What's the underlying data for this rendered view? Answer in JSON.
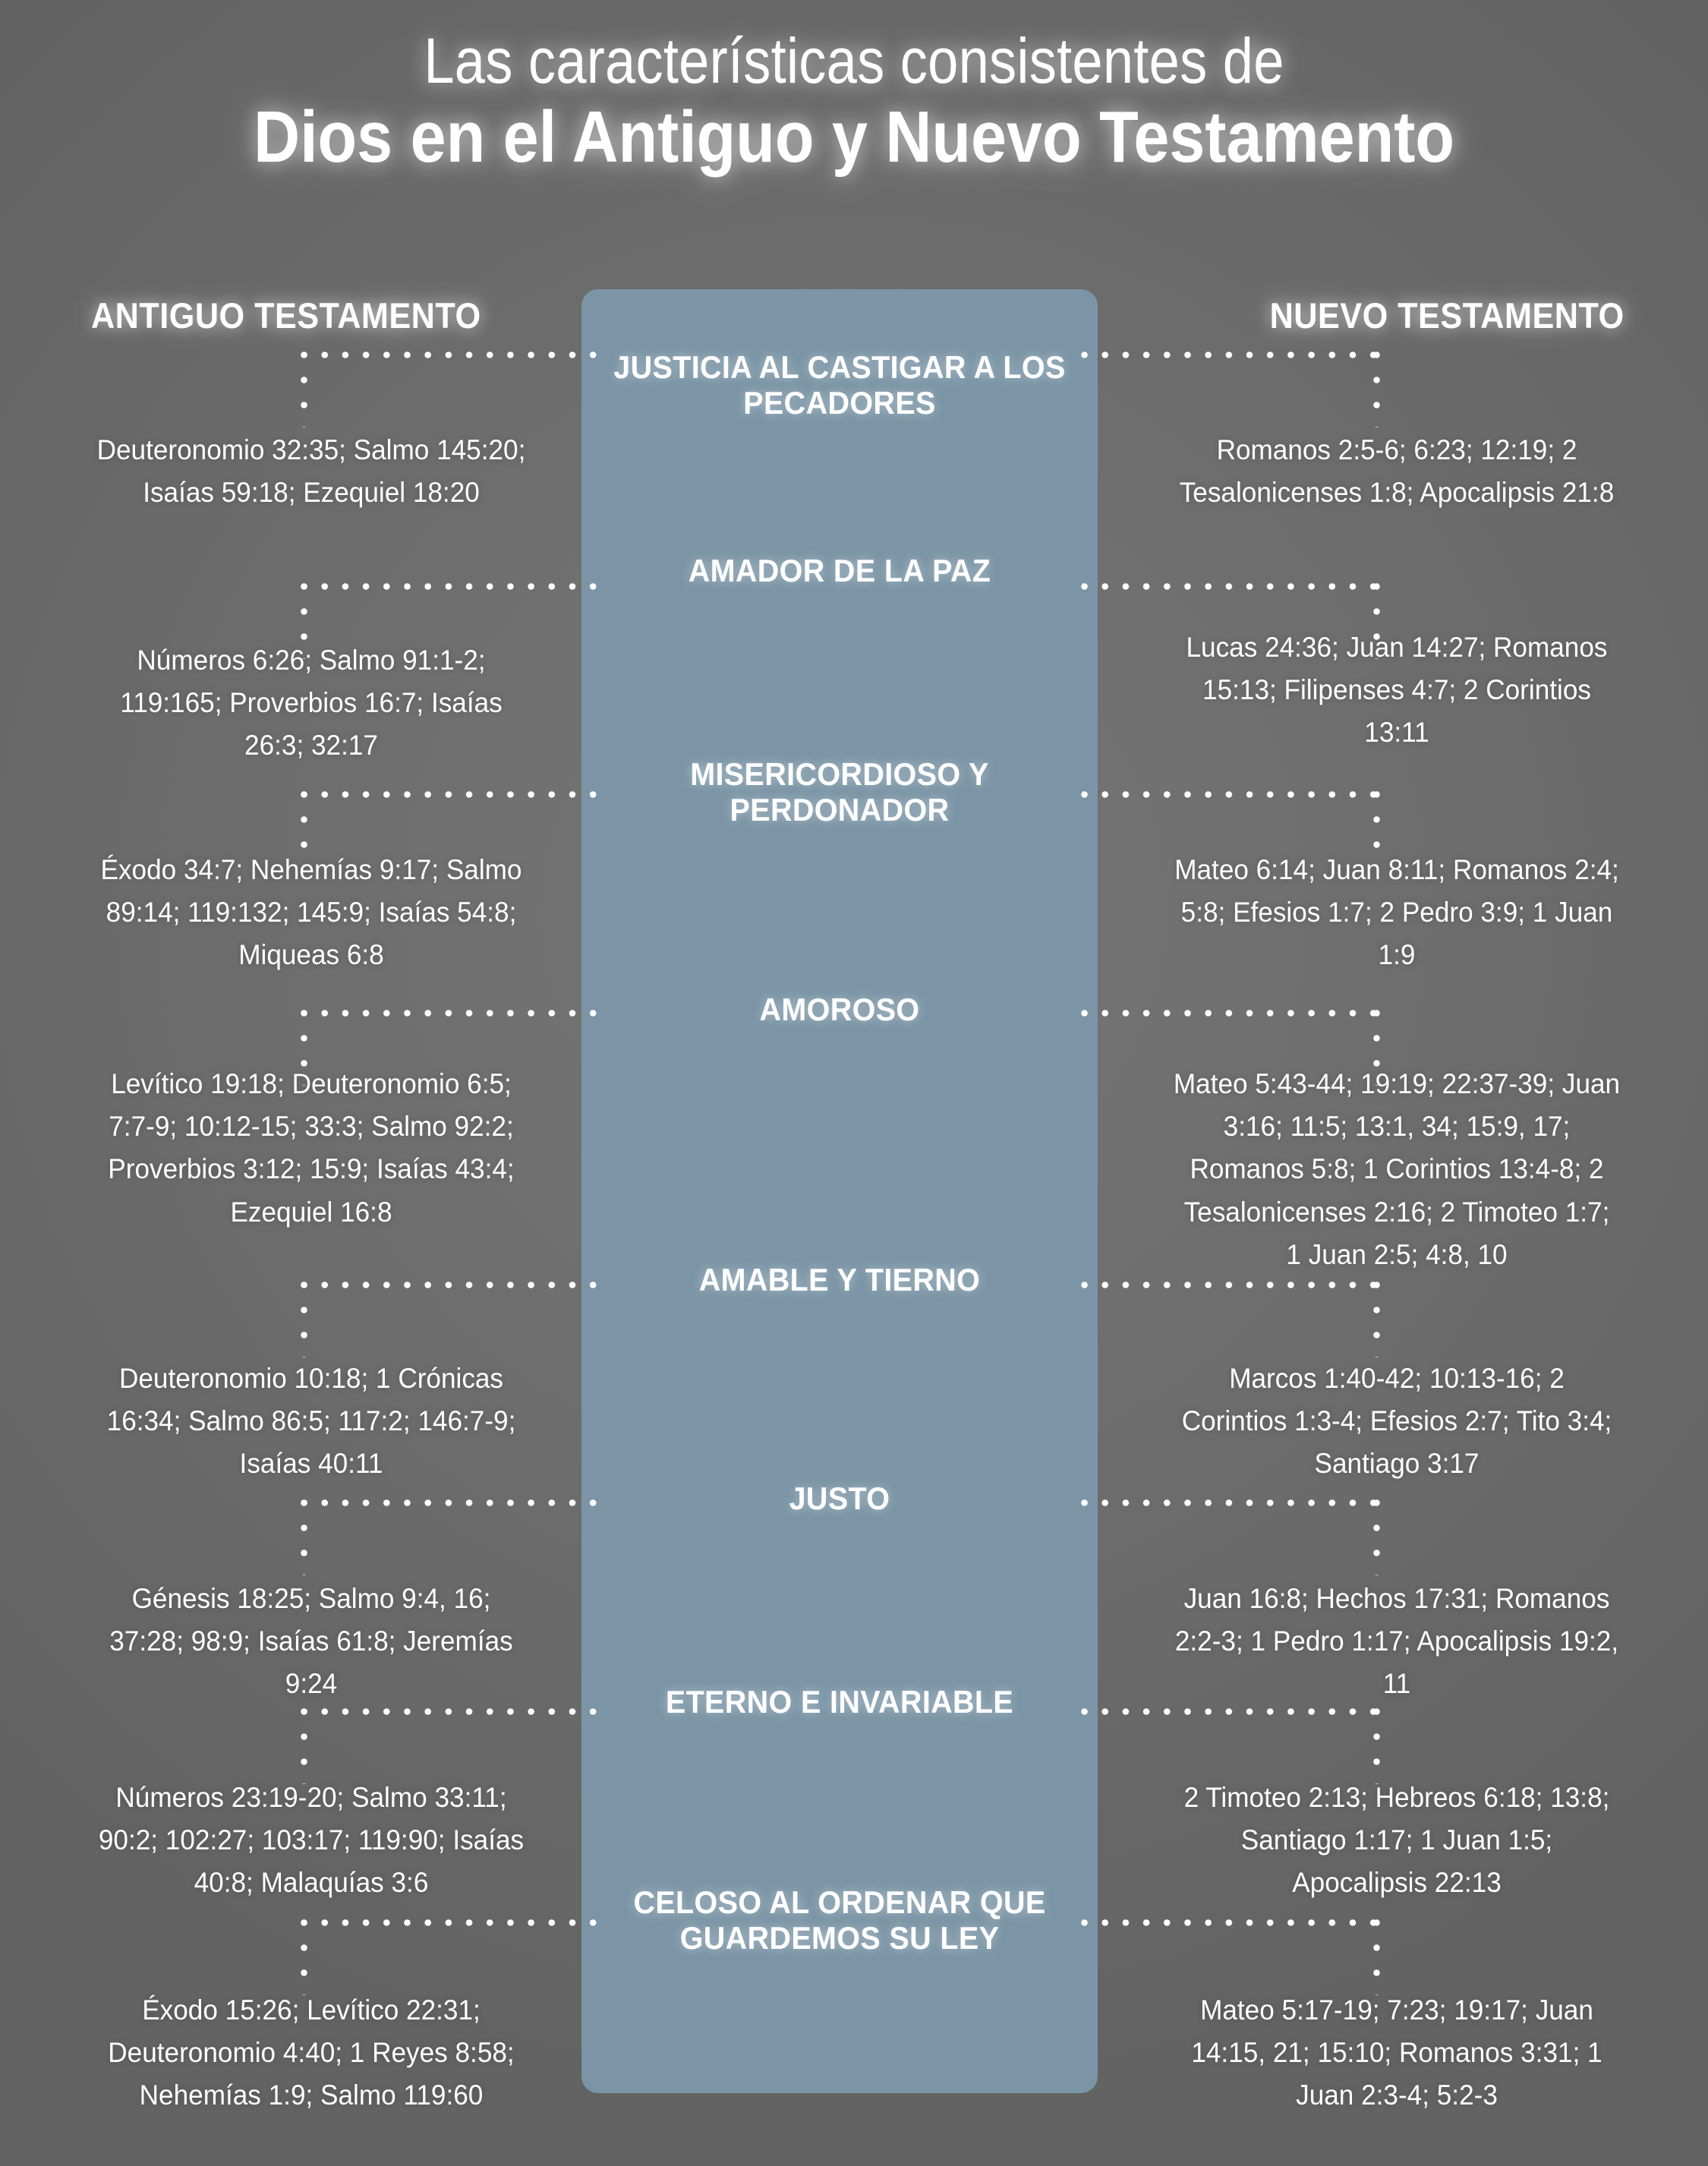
{
  "title": {
    "line1": "Las características consistentes de",
    "line2": "Dios en el Antiguo y Nuevo Testamento"
  },
  "columns": {
    "left_header": "ANTIGUO TESTAMENTO",
    "right_header": "NUEVO TESTAMENTO"
  },
  "colors": {
    "background": "#6b6b6b",
    "center_panel": "#7b95a6",
    "text": "#ffffff"
  },
  "rows": [
    {
      "attribute": "JUSTICIA AL CASTIGAR A LOS PECADORES",
      "old_testament": "Deuteronomio 32:35; Salmo 145:20; Isaías 59:18; Ezequiel 18:20",
      "new_testament": "Romanos 2:5-6; 6:23; 12:19; 2 Tesalonicenses 1:8; Apocalipsis 21:8"
    },
    {
      "attribute": "AMADOR DE LA PAZ",
      "old_testament": "Números 6:26; Salmo 91:1-2; 119:165; Proverbios 16:7; Isaías 26:3; 32:17",
      "new_testament": "Lucas 24:36; Juan 14:27; Romanos 15:13; Filipenses 4:7; 2 Corintios 13:11"
    },
    {
      "attribute": "MISERICORDIOSO Y PERDONADOR",
      "old_testament": "Éxodo 34:7; Nehemías 9:17; Salmo 89:14; 119:132; 145:9; Isaías 54:8; Miqueas 6:8",
      "new_testament": "Mateo 6:14; Juan 8:11; Romanos 2:4; 5:8; Efesios 1:7; 2 Pedro 3:9; 1 Juan 1:9"
    },
    {
      "attribute": "AMOROSO",
      "old_testament": "Levítico 19:18; Deuteronomio 6:5; 7:7-9; 10:12-15; 33:3; Salmo 92:2; Proverbios 3:12; 15:9; Isaías 43:4; Ezequiel 16:8",
      "new_testament": "Mateo 5:43-44; 19:19; 22:37-39; Juan 3:16; 11:5; 13:1, 34; 15:9, 17; Romanos 5:8; 1 Corintios 13:4-8; 2 Tesalonicenses 2:16; 2 Timoteo 1:7; 1 Juan 2:5; 4:8, 10"
    },
    {
      "attribute": "AMABLE Y TIERNO",
      "old_testament": "Deuteronomio 10:18; 1 Crónicas 16:34; Salmo 86:5; 117:2; 146:7-9; Isaías 40:11",
      "new_testament": "Marcos 1:40-42; 10:13-16; 2 Corintios 1:3-4; Efesios 2:7; Tito 3:4; Santiago 3:17"
    },
    {
      "attribute": "JUSTO",
      "old_testament": "Génesis 18:25; Salmo 9:4, 16; 37:28; 98:9; Isaías 61:8; Jeremías 9:24",
      "new_testament": "Juan 16:8; Hechos 17:31; Romanos 2:2-3; 1 Pedro 1:17; Apocalipsis 19:2, 11"
    },
    {
      "attribute": "ETERNO E INVARIABLE",
      "old_testament": "Números 23:19-20; Salmo 33:11; 90:2; 102:27; 103:17; 119:90; Isaías 40:8; Malaquías 3:6",
      "new_testament": "2 Timoteo 2:13; Hebreos 6:18; 13:8; Santiago 1:17; 1 Juan 1:5; Apocalipsis 22:13"
    },
    {
      "attribute": "CELOSO AL ORDENAR QUE GUARDEMOS SU LEY",
      "old_testament": "Éxodo 15:26; Levítico 22:31; Deuteronomio 4:40; 1 Reyes 8:58; Nehemías 1:9; Salmo 119:60",
      "new_testament": "Mateo 5:17-19; 7:23; 19:17; Juan 14:15, 21; 15:10; Romanos 3:31; 1 Juan 2:3-4; 5:2-3"
    }
  ]
}
